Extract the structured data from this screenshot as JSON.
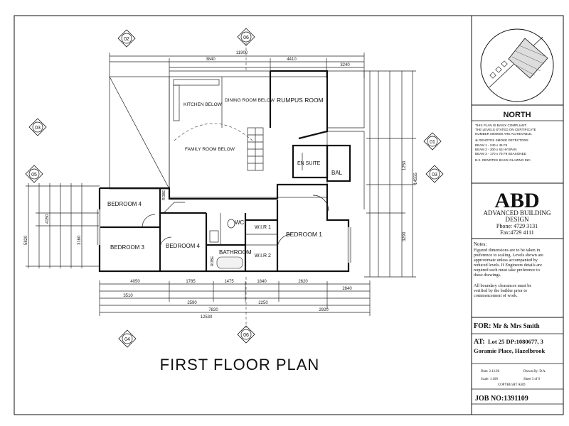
{
  "title": "FIRST FLOOR PLAN",
  "rooms": {
    "kitchen": "KITCHEN BELOW",
    "dining": "DINING ROOM BELOW",
    "rumpus": "RUMPUS ROOM",
    "family": "FAMILY ROOM BELOW",
    "ensuite": "EN SUITE",
    "bal": "BAL",
    "bed4a": "BEDROOM 4",
    "bed3": "BEDROOM 3",
    "bed4b": "BEDROOM 4",
    "bed1": "BEDROOM 1",
    "wc": "WC",
    "bathroom": "BATHROOM",
    "wir1": "W.I.R 1",
    "wir2": "W.I.R 2",
    "robe1": "ROBE",
    "robe2": "ROBE"
  },
  "section_markers": {
    "m02": "02",
    "m06a": "06",
    "m03a": "03",
    "m05": "05",
    "m01": "01",
    "m03b": "03",
    "m04": "04",
    "m06b": "06"
  },
  "dimensions": {
    "top_total": "11900",
    "top_a": "3840",
    "top_b": "4410",
    "top_c": "3240",
    "bottom_total": "12530",
    "bottom_b": "7820",
    "bottom_c": "2920",
    "bottom_r1": [
      "4050",
      "1785",
      "1475",
      "1840",
      "2620"
    ],
    "bottom_r2": [
      "3510",
      "2590",
      "2250",
      "2840"
    ],
    "right_total": "14555",
    "right_a": "3290",
    "right_b": "1250",
    "left_total": "5820",
    "left_a": "4150",
    "left_b": "3160"
  },
  "titleblock": {
    "north": "NORTH",
    "notes_lines": [
      "THIS PLAN IS BASIX COMPLIANT.",
      "THE LEVELS STATED ON CERTIFICATE",
      "NUMBER 0000000 ARE ACHIEVABLE.",
      "⊗ DENOTES SMOKE DETECTORS",
      "BEAM 1 - 240 x 45 F5",
      "BEAM 2 - 300 x 63 HYSPAN",
      "BEAM 3 - 170 x 75 F8 SEASONED",
      "B.S. DENOTES BASIX GLAZING INC."
    ],
    "company_logo": "ABD",
    "company_name": "ADVANCED BUILDING",
    "company_name2": "DESIGN",
    "phone": "Phone: 4729 3131",
    "fax": "Fax:4729 4111",
    "notes_title": "Notes:",
    "notes_text": [
      "Figured dimensions are to be taken in",
      "preference to scaling. Levels shown are",
      "approximate unless accompanied by",
      "reduced levels. If Engineers details are",
      "required such must take preference to",
      "these drawings.",
      "",
      "All boundary clearances must be",
      "verified by the builder prior to",
      "commencement of work."
    ],
    "for_label": "FOR:",
    "client": "Mr & Mrs Smith",
    "at_label": "AT:",
    "address1": "Lot 25 DP:1080677, 3",
    "address2": "Goramie Place, Hazelbrook",
    "date": "Date: 2.12.06",
    "drawn": "Drawn By: D.A.",
    "scale": "Scale: 1:100",
    "sheet": "Sheet 3 of 9",
    "copyright": "COPYRIGHT ABD",
    "job": "JOB NO:1391109"
  }
}
